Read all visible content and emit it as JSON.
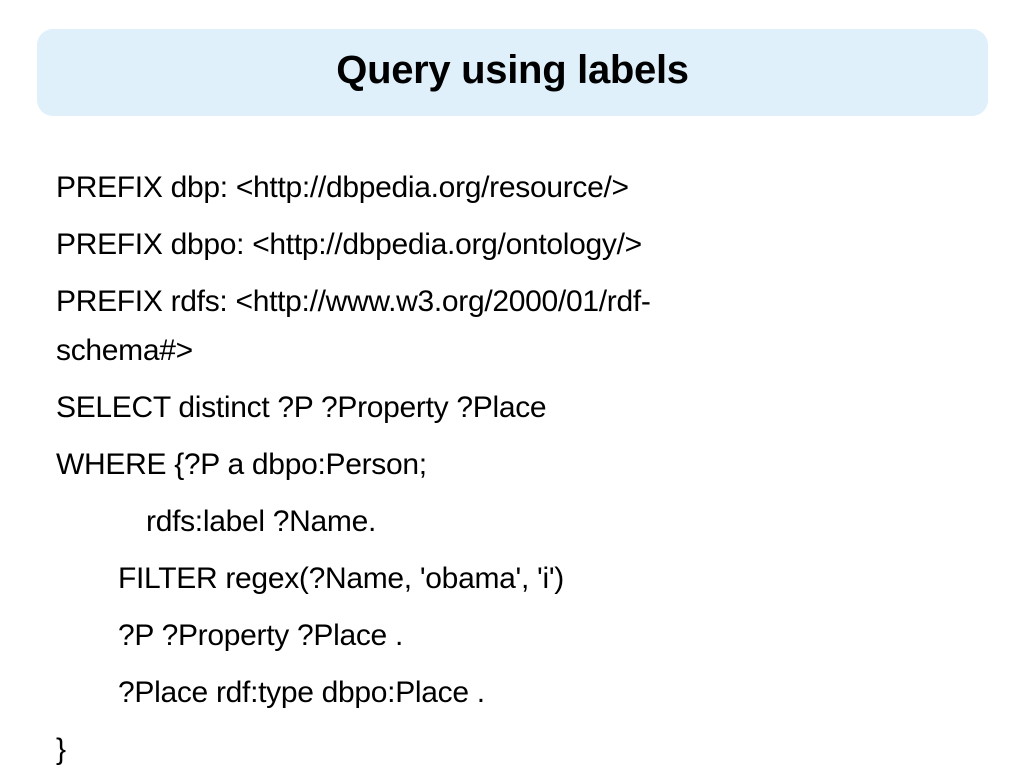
{
  "slide": {
    "title": "Query using labels",
    "lines": [
      "PREFIX dbp: <http://dbpedia.org/resource/>",
      "PREFIX dbpo: <http://dbpedia.org/ontology/>",
      "PREFIX rdfs: <http://www.w3.org/2000/01/rdf-",
      "schema#>",
      "SELECT distinct ?P ?Property ?Place",
      "WHERE {?P a dbpo:Person;",
      "rdfs:label ?Name.",
      "FILTER regex(?Name, 'obama', 'i')",
      "?P ?Property ?Place .",
      "?Place rdf:type dbpo:Place .",
      "}"
    ]
  }
}
